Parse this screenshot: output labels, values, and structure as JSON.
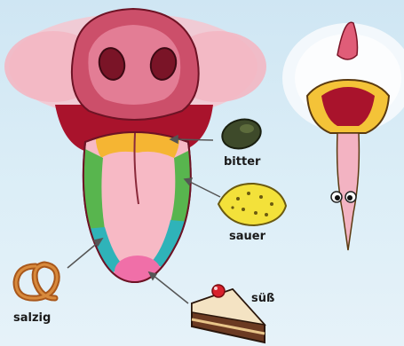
{
  "labels": {
    "bitter": "bitter",
    "sauer": "sauer",
    "salzig": "salzig",
    "suess": "süß"
  },
  "colors": {
    "background": "#d6eaf5",
    "snout": "#e88fa0",
    "tongue": "#f7b9c5",
    "bitter_zone": "#f5b533",
    "sour_zone": "#58b54e",
    "salty_zone": "#2fb3b9",
    "sweet_zone": "#f06fa8",
    "olive": "#3e4a2a",
    "lemon": "#f3e13a",
    "cake": "#6b3a22"
  },
  "icons": [
    "pig-snout-icon",
    "bird-beak-icon",
    "olive-icon",
    "lemon-icon",
    "pretzel-icon",
    "cake-slice-icon",
    "cherry-icon"
  ]
}
